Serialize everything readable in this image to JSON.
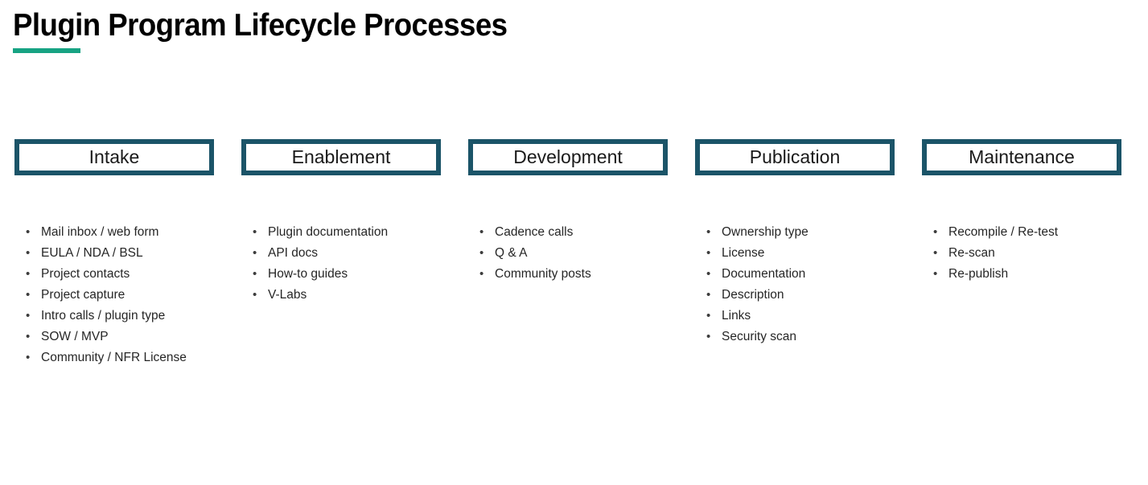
{
  "slide": {
    "title": "Plugin Program Lifecycle Processes",
    "accent_color": "#17a383",
    "box_border_color": "#1b5468",
    "background_color": "#ffffff",
    "bullet_glyph": "•"
  },
  "columns": [
    {
      "header": "Intake",
      "items": [
        "Mail inbox / web form",
        "EULA / NDA / BSL",
        "Project contacts",
        "Project capture",
        "Intro calls / plugin type",
        "SOW / MVP",
        "Community / NFR License"
      ]
    },
    {
      "header": "Enablement",
      "items": [
        "Plugin documentation",
        "API docs",
        "How-to guides",
        "V-Labs"
      ]
    },
    {
      "header": "Development",
      "items": [
        "Cadence calls",
        "Q & A",
        "Community posts"
      ]
    },
    {
      "header": "Publication",
      "items": [
        "Ownership type",
        "License",
        "Documentation",
        "Description",
        "Links",
        "Security scan"
      ]
    },
    {
      "header": "Maintenance",
      "items": [
        "Recompile / Re-test",
        "Re-scan",
        "Re-publish"
      ]
    }
  ]
}
